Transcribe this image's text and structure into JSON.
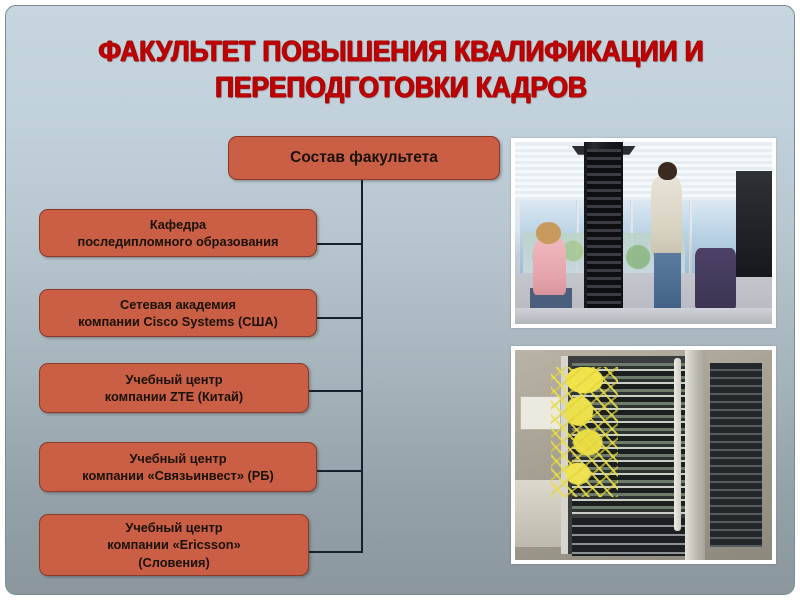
{
  "slide": {
    "title": "ФАКУЛЬТЕТ ПОВЫШЕНИЯ КВАЛИФИКАЦИИ И\nПЕРЕПОДГОТОВКИ КАДРОВ",
    "title_color": "#C00000",
    "background_top_color": "#C6D5DE",
    "background_bottom_color": "#8B979D",
    "border_color": "#7C8A92"
  },
  "org_chart": {
    "node_fill_color": "#CB5F46",
    "node_border_color": "#8A3A26",
    "node_text_color": "#1A1208",
    "connector_color": "#16202A",
    "root": {
      "label": "Состав факультета"
    },
    "children": [
      {
        "label": "Кафедра\nпоследипломного образования"
      },
      {
        "label": "Сетевая академия\nкомпании Cisco Systems (США)"
      },
      {
        "label": "Учебный центр\nкомпании ZTE (Китай)"
      },
      {
        "label": "Учебный центр\nкомпании «Связьинвест» (РБ)"
      },
      {
        "label": "Учебный центр\nкомпании «Ericsson»\n(Словения)"
      }
    ]
  },
  "photos": [
    {
      "name": "network-rack-office-photo",
      "description": "Two people working at a black network cabling rack in a bright office with windows"
    },
    {
      "name": "telecom-equipment-rack-photo",
      "description": "Telecom equipment rack with yellow fiber optic patch cables"
    }
  ]
}
